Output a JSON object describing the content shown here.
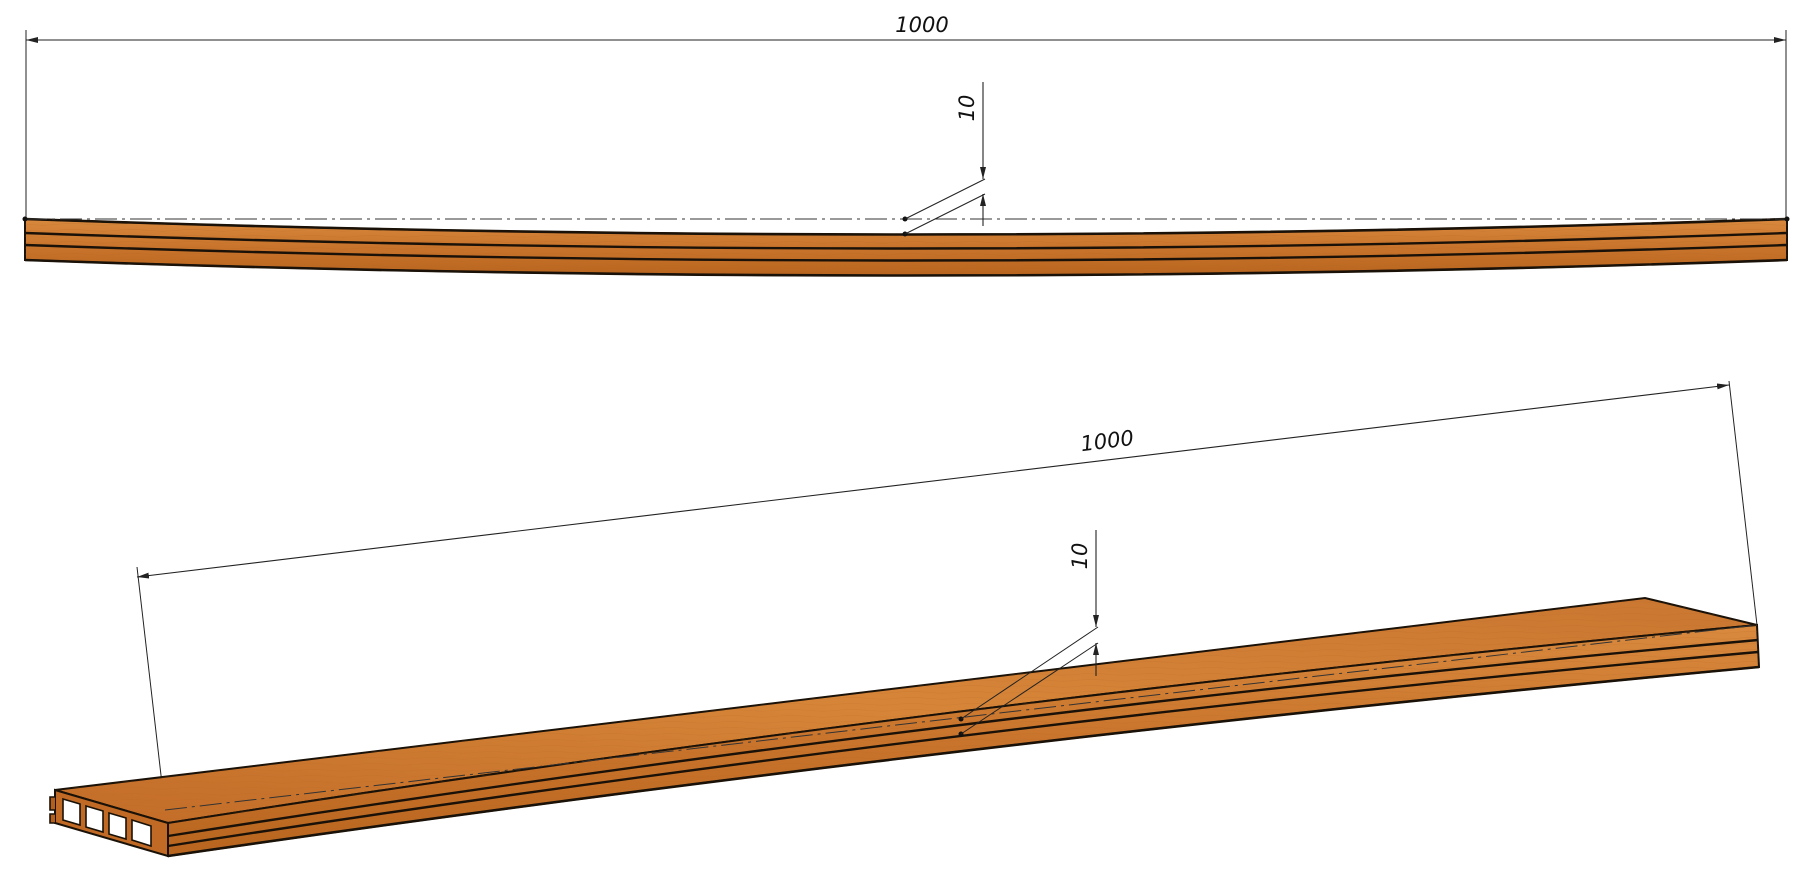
{
  "views": {
    "side": {
      "length_label": "1000",
      "deflection_label": "10"
    },
    "iso": {
      "length_label": "1000",
      "deflection_label": "10"
    }
  },
  "colors": {
    "board_base": "#c9742c",
    "board_light": "#dc8f45",
    "board_dark": "#a85a1c",
    "outline": "#1a1208",
    "line": "#222222"
  },
  "icons": [
    "arrowhead-icon"
  ]
}
